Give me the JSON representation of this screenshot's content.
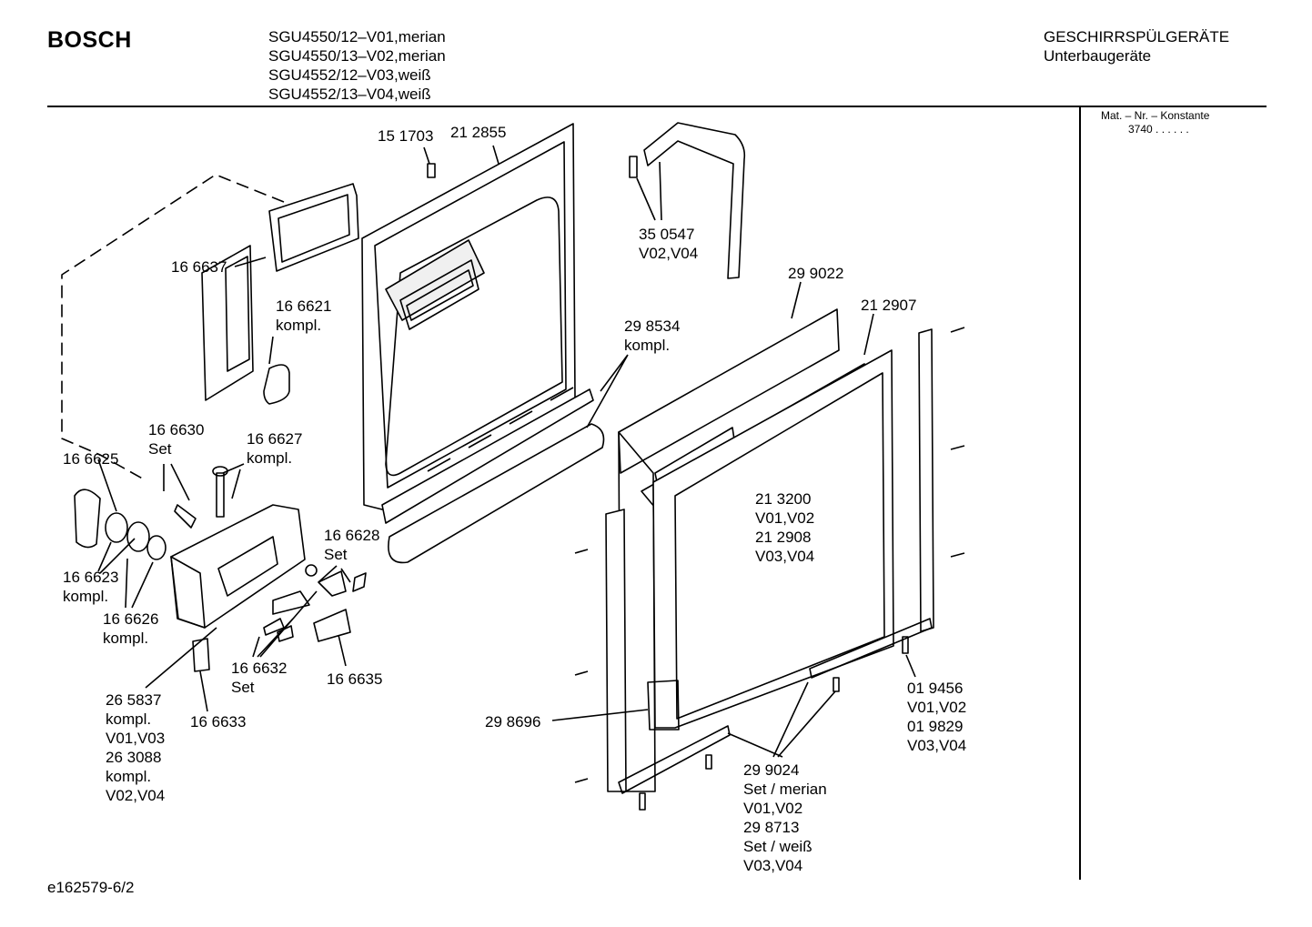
{
  "header": {
    "brand": "BOSCH",
    "models": [
      "SGU4550/12–V01,merian",
      "SGU4550/13–V02,merian",
      "SGU4552/12–V03,weiß",
      "SGU4552/13–V04,weiß"
    ],
    "category": "GESCHIRRSPÜLGERÄTE",
    "subcategory": "Unterbaugeräte"
  },
  "sidebar": {
    "mat_label": "Mat. – Nr. – Konstante",
    "mat_value": "3740 . . . . . ."
  },
  "footer": {
    "code": "e162579-6/2"
  },
  "callouts": [
    {
      "id": "c01",
      "lines": [
        "15 1703"
      ]
    },
    {
      "id": "c02",
      "lines": [
        "21 2855"
      ]
    },
    {
      "id": "c03",
      "lines": [
        "35 0547",
        "V02,V04"
      ]
    },
    {
      "id": "c04",
      "lines": [
        "16 6637"
      ]
    },
    {
      "id": "c05",
      "lines": [
        "16 6621",
        "kompl."
      ]
    },
    {
      "id": "c06",
      "lines": [
        "29 9022"
      ]
    },
    {
      "id": "c07",
      "lines": [
        "21 2907"
      ]
    },
    {
      "id": "c08",
      "lines": [
        "29 8534",
        "kompl."
      ]
    },
    {
      "id": "c09",
      "lines": [
        "16 6630",
        "Set"
      ]
    },
    {
      "id": "c10",
      "lines": [
        "16 6627",
        "kompl."
      ]
    },
    {
      "id": "c11",
      "lines": [
        "16 6625"
      ]
    },
    {
      "id": "c12",
      "lines": [
        "16 6628",
        "Set"
      ]
    },
    {
      "id": "c13",
      "lines": [
        "21 3200",
        "V01,V02",
        "21 2908",
        "V03,V04"
      ]
    },
    {
      "id": "c14",
      "lines": [
        "16 6623",
        "kompl."
      ]
    },
    {
      "id": "c15",
      "lines": [
        "16 6626",
        "kompl."
      ]
    },
    {
      "id": "c16",
      "lines": [
        "16 6632",
        "Set"
      ]
    },
    {
      "id": "c17",
      "lines": [
        "16 6635"
      ]
    },
    {
      "id": "c18",
      "lines": [
        "26 5837",
        "kompl.",
        "V01,V03",
        "26 3088",
        "kompl.",
        "V02,V04"
      ]
    },
    {
      "id": "c19",
      "lines": [
        "16 6633"
      ]
    },
    {
      "id": "c20",
      "lines": [
        "29 8696"
      ]
    },
    {
      "id": "c21",
      "lines": [
        "01 9456",
        "V01,V02",
        "01 9829",
        "V03,V04"
      ]
    },
    {
      "id": "c22",
      "lines": [
        "29 9024",
        "Set / merian",
        "V01,V02",
        "29 8713",
        "Set / weiß",
        "V03,V04"
      ]
    }
  ]
}
